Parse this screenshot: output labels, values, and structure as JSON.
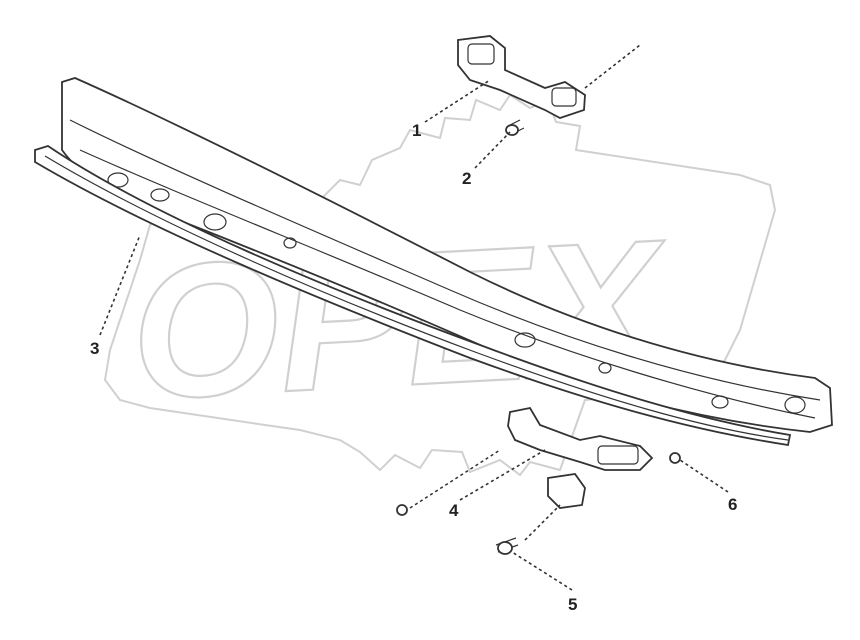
{
  "diagram": {
    "watermark": "OPEX",
    "watermark_color": "#d0d0d0",
    "line_color": "#333333",
    "callouts": [
      {
        "id": "1",
        "label": "1"
      },
      {
        "id": "2",
        "label": "2"
      },
      {
        "id": "3",
        "label": "3"
      },
      {
        "id": "4",
        "label": "4"
      },
      {
        "id": "5",
        "label": "5"
      },
      {
        "id": "6",
        "label": "6"
      }
    ]
  }
}
